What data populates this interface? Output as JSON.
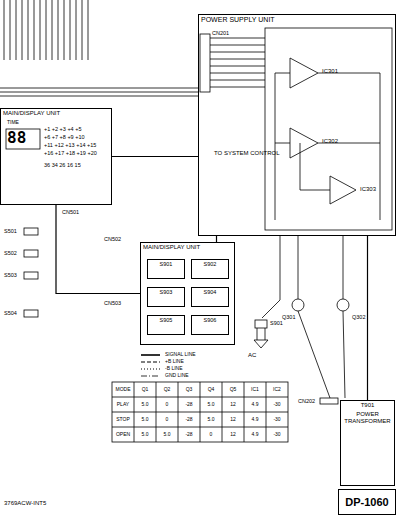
{
  "diagram": {
    "nodes": [
      {
        "text": [
          "POWER SUPPLY UNIT"
        ]
      },
      {
        "text": [
          "MAIN/DISPLAY UNIT"
        ]
      },
      {
        "text": [
          "MAIN/DISPLAY UNIT"
        ]
      },
      {
        "text": [
          "S901"
        ],
        "in": 2
      },
      {
        "text": [
          "S902"
        ],
        "in": 2
      },
      {
        "text": [
          "S903"
        ],
        "in": 2
      },
      {
        "text": [
          "S904"
        ],
        "in": 2
      },
      {
        "text": [
          "S905"
        ],
        "in": 2
      },
      {
        "text": [
          "S906"
        ],
        "in": 2
      },
      {
        "text": [
          "T901",
          "POWER TRANSFORMER"
        ]
      },
      {
        "text": [
          "DP-1060"
        ]
      }
    ],
    "edges": [
      {
        "from": 1,
        "to": 0,
        "arrow": "none"
      },
      {
        "from": 2,
        "to": 0,
        "arrow": "none"
      },
      {
        "from": 9,
        "to": 0,
        "arrow": "none"
      },
      {
        "from": 1,
        "to": 2,
        "arrow": "none"
      }
    ],
    "labels": [
      "CN201",
      "TO SYSTEM CONTROL",
      "IC301",
      "IC302",
      "IC303",
      "Q301",
      "Q302",
      "CN202",
      "AC",
      "S901",
      "CN502",
      "CN503",
      "CN501",
      "+1 +2 +3 +4 +5",
      "+6 +7 +8 +9 +10",
      "+11 +12 +13 +14 +15",
      "+16 +17 +18 +19 +20",
      "88",
      "TIME",
      "36 34 26 16 15",
      "S501",
      "S502",
      "S503",
      "S504",
      "3769ACW-INT5",
      "MODE",
      "Q1",
      "Q2",
      "Q3",
      "Q4",
      "Q5",
      "IC1",
      "IC2",
      "PLAY",
      "5.0",
      "0",
      "-28",
      "5.0",
      "12",
      "4.9",
      "-30",
      "STOP",
      "5.0",
      "0",
      "-28",
      "5.0",
      "12",
      "4.9",
      "-30",
      "OPEN",
      "5.0",
      "5.0",
      "-28",
      "0",
      "12",
      "4.9",
      "-30"
    ],
    "legend": [
      {
        "text": "SIGNAL LINE"
      },
      {
        "text": "+B LINE"
      },
      {
        "text": "-B LINE"
      },
      {
        "text": "GND LINE"
      }
    ]
  }
}
